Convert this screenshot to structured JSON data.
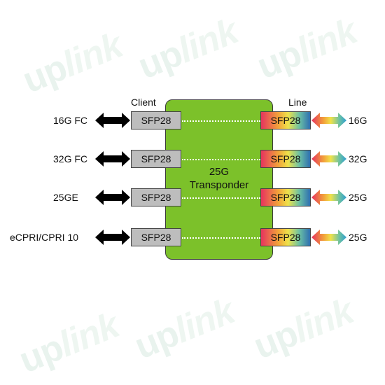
{
  "watermark": {
    "brand_up": "up",
    "brand_link": "link"
  },
  "diagram": {
    "client_header": "Client",
    "line_header": "Line",
    "board_title_line1": "25G",
    "board_title_line2": "Transponder",
    "rows": [
      {
        "client_label": "16G FC",
        "client_module": "SFP28",
        "line_module": "SFP28",
        "line_label": "16G"
      },
      {
        "client_label": "32G FC",
        "client_module": "SFP28",
        "line_module": "SFP28",
        "line_label": "32G"
      },
      {
        "client_label": "25GE",
        "client_module": "SFP28",
        "line_module": "SFP28",
        "line_label": "25G"
      },
      {
        "client_label": "eCPRI/CPRI 10",
        "client_module": "SFP28",
        "line_module": "SFP28",
        "line_label": "25G"
      }
    ]
  },
  "colors": {
    "board": "#7cc12a",
    "client_module": "#bdbdbd",
    "line_gradient": [
      "#e6335e",
      "#f2a23a",
      "#efe24a",
      "#6cc1a4",
      "#2e6fb0"
    ],
    "watermark": "#e9f3ee"
  }
}
